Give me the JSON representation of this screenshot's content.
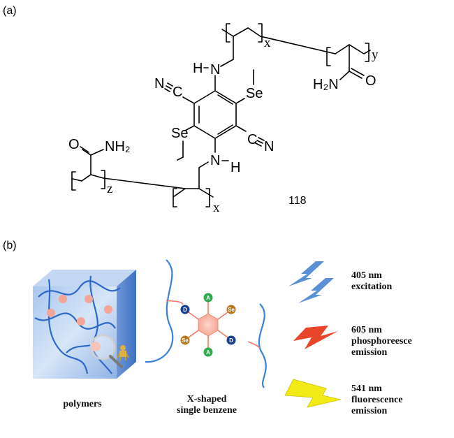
{
  "panel_a": {
    "label": "(a)",
    "compound_number": "118",
    "atoms": {
      "h_top": "H",
      "n_top": "N",
      "cn_top_n": "N",
      "cn_top_c": "C",
      "se_top": "Se",
      "amide_top_h2n": "H₂N",
      "amide_top_o": "O",
      "se_bottom": "Se",
      "cn_bottom_c": "C",
      "cn_bottom_n": "N",
      "o_bottom": "O",
      "nh2_bottom": "NH₂",
      "n_bottom": "N",
      "h_bottom": "H"
    },
    "subscripts": {
      "x_top": "x",
      "y_top": "y",
      "z_bottom": "z",
      "x_bottom": "x"
    }
  },
  "panel_b": {
    "label": "(b)",
    "caption_polymers": "polymers",
    "caption_benzene_line1": "X-shaped",
    "caption_benzene_line2": "single benzene",
    "legend": [
      {
        "line1": "405 nm",
        "line2": "excitation",
        "line3": "",
        "color": "#5b8fd6"
      },
      {
        "line1": "605 nm",
        "line2": "phosphoreesce",
        "line3": "emission",
        "color": "#e8452a"
      },
      {
        "line1": "541 nm",
        "line2": "fluorescence",
        "line3": "emission",
        "color": "#f2ea17"
      }
    ],
    "badges": {
      "acceptor": "A",
      "donor": "D",
      "selenium": "Se"
    }
  }
}
